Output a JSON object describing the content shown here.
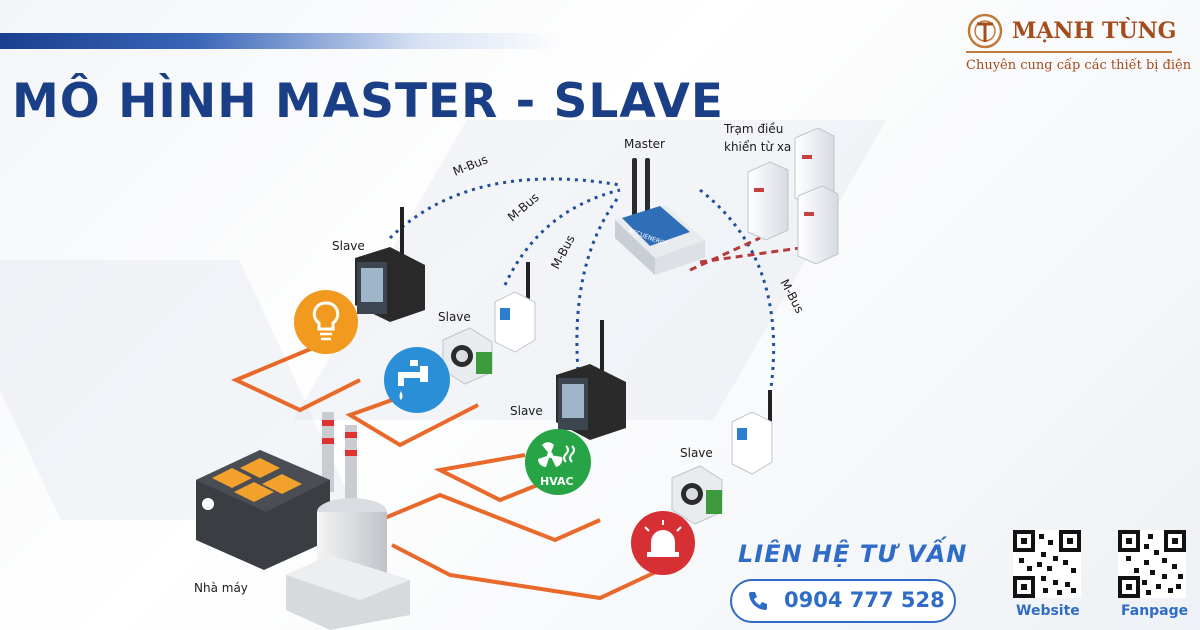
{
  "header": {
    "title": "MÔ HÌNH MASTER - SLAVE"
  },
  "brand": {
    "name": "MẠNH TÙNG",
    "tagline": "Chuyên cung cấp các thiết bị điện",
    "color": "#a34c1c"
  },
  "diagram": {
    "master_label": "Master",
    "remote_label_line1": "Trạm điều",
    "remote_label_line2": "khiển từ xa",
    "slave_label": "Slave",
    "bus_label": "M-Bus",
    "factory_label": "Nhà máy",
    "hvac_label": "HVAC",
    "device_brand": "ACCUENERGY",
    "icons": [
      "lightbulb-icon",
      "water-tap-icon",
      "hvac-icon",
      "alarm-icon",
      "factory-icon"
    ]
  },
  "contact": {
    "title": "LIÊN HỆ TƯ VẤN",
    "phone": "0904 777 528",
    "accent": "#2f6cc7"
  },
  "qr": {
    "website_caption": "Website",
    "fanpage_caption": "Fanpage"
  },
  "colors": {
    "title": "#1b3f86",
    "wire_orange": "#e8692a",
    "bus_blue": "#1f4f9a",
    "remote_red": "#b53a3a"
  }
}
